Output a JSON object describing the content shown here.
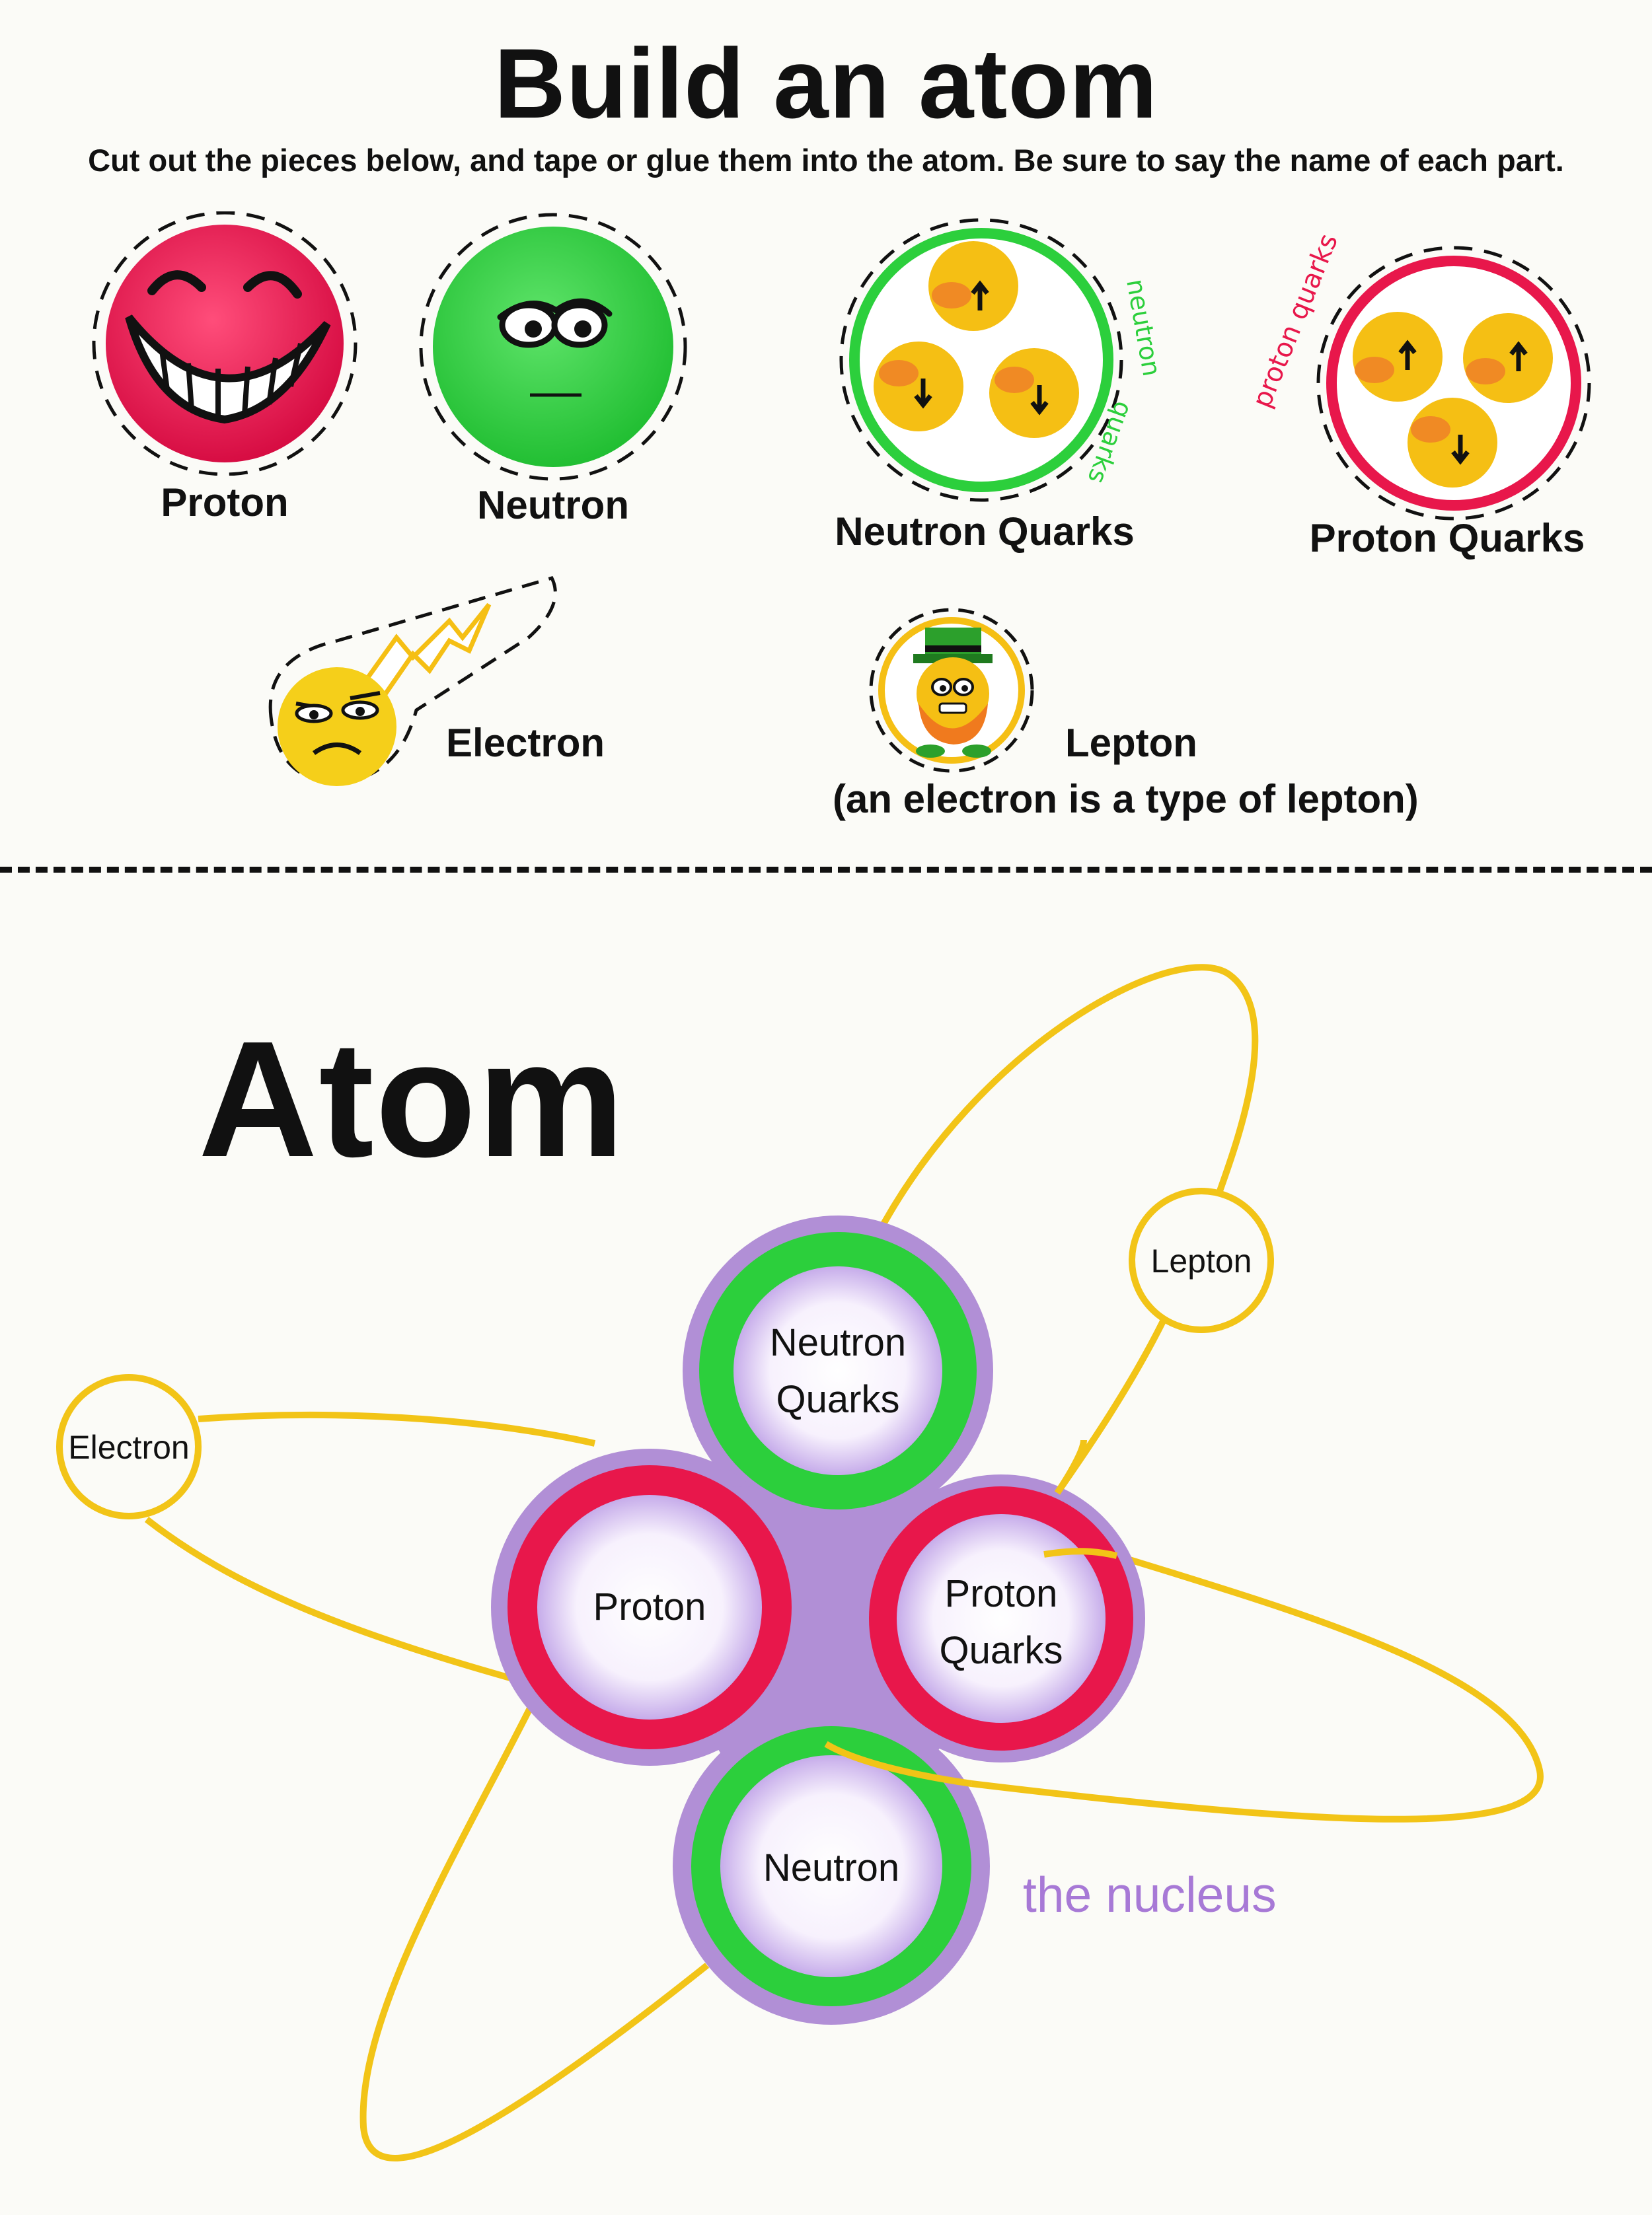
{
  "title": "Build an atom",
  "instructions": "Cut out the pieces below, and tape or glue them into the atom. Be sure to say the name of each part.",
  "pieces": {
    "proton": "Proton",
    "neutron": "Neutron",
    "neutron_quarks": "Neutron Quarks",
    "neutron_quarks_ring": [
      "neutron",
      "quarks"
    ],
    "proton_quarks": "Proton Quarks",
    "proton_quarks_ring": "proton quarks",
    "electron": "Electron",
    "lepton": "Lepton",
    "lepton_note": "(an electron is a type of lepton)"
  },
  "atom": {
    "title": "Atom",
    "slots": {
      "neutron_quarks": [
        "Neutron",
        "Quarks"
      ],
      "proton": "Proton",
      "proton_quarks": [
        "Proton",
        "Quarks"
      ],
      "neutron": "Neutron",
      "electron": "Electron",
      "lepton": "Lepton"
    },
    "nucleus_label": "the nucleus"
  },
  "colors": {
    "proton_red": "#e8174b",
    "neutron_green": "#2ccf3c",
    "quark_yellow": "#f5bf14",
    "orbit_yellow": "#f2c417",
    "nucleus_purple": "#b18fd6",
    "nucleus_label": "#a779d6"
  }
}
